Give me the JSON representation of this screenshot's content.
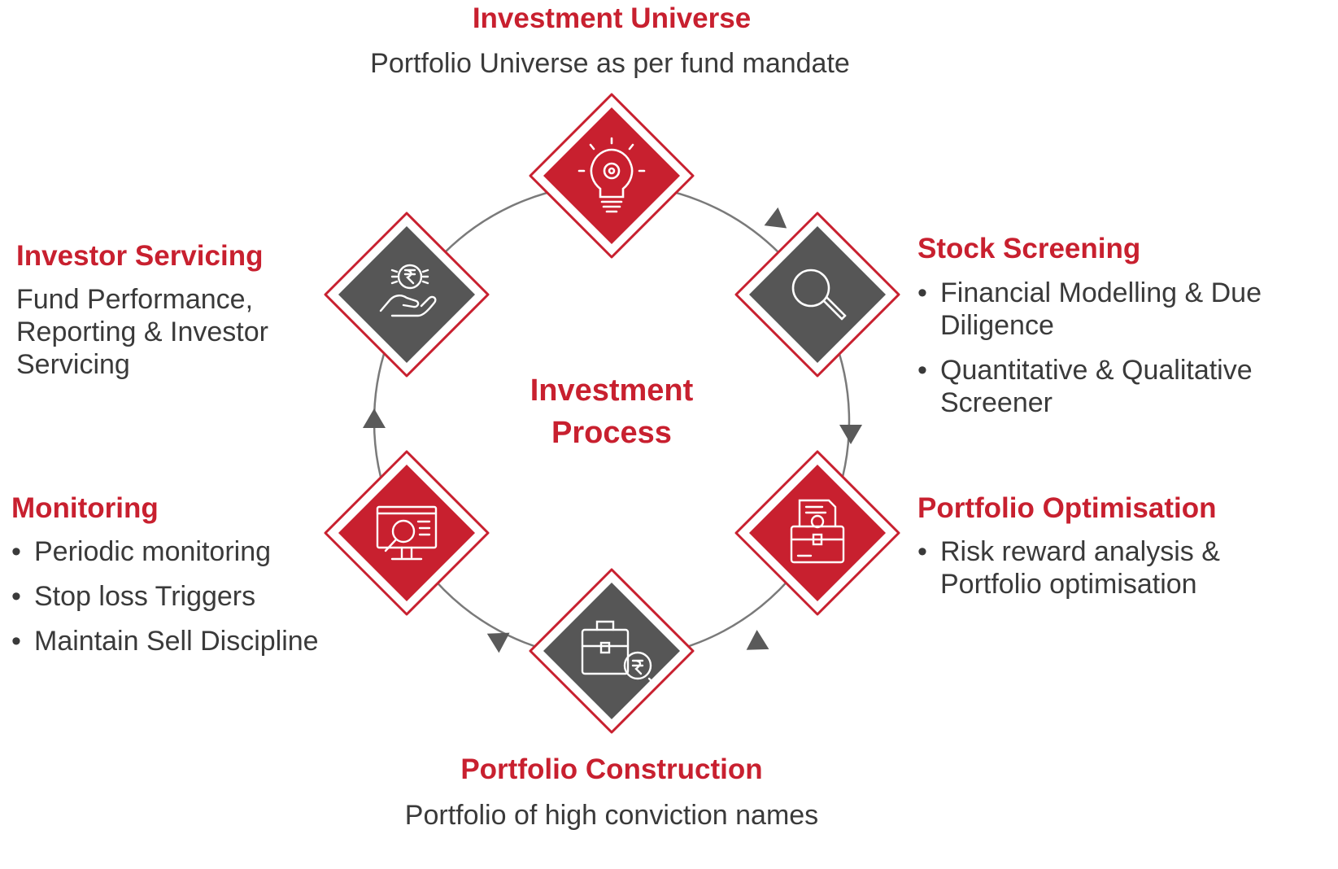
{
  "center": {
    "line1": "Investment",
    "line2": "Process"
  },
  "colors": {
    "red": "#c8202f",
    "gray": "#565656",
    "ring": "#7a7a7a"
  },
  "steps": [
    {
      "title": "Investment Universe",
      "text": "Portfolio Universe as per fund mandate",
      "icon": "lightbulb-gear-icon",
      "style": "red"
    },
    {
      "title": "Stock Screening",
      "bullets": [
        "Financial Modelling & Due Diligence",
        "Quantitative & Qualitative Screener"
      ],
      "icon": "magnifier-icon",
      "style": "gray"
    },
    {
      "title": "Portfolio Optimisation",
      "bullets": [
        "Risk reward analysis & Portfolio optimisation"
      ],
      "icon": "document-briefcase-icon",
      "style": "red"
    },
    {
      "title": "Portfolio Construction",
      "text": "Portfolio of high conviction names",
      "icon": "briefcase-gear-icon",
      "style": "gray"
    },
    {
      "title": "Monitoring",
      "bullets": [
        "Periodic monitoring",
        "Stop loss Triggers",
        "Maintain Sell Discipline"
      ],
      "icon": "monitor-magnifier-icon",
      "style": "red"
    },
    {
      "title": "Investor Servicing",
      "text": "Fund Performance, Reporting & Investor Servicing",
      "icon": "hand-rupee-coin-icon",
      "style": "gray"
    }
  ]
}
